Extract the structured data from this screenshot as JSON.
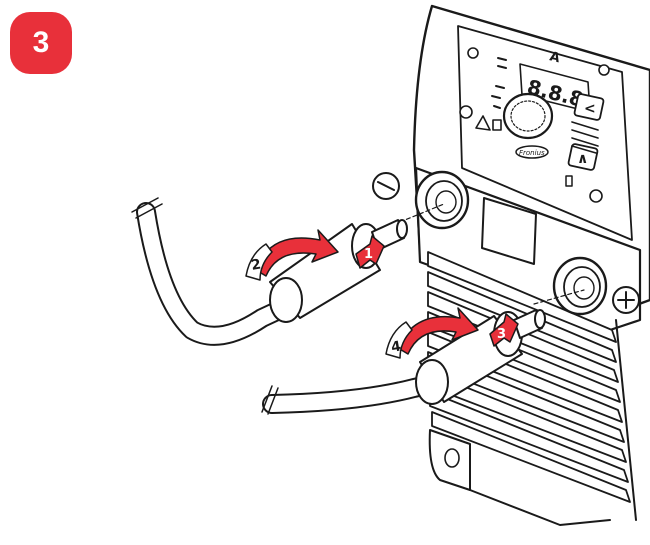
{
  "step_badge": {
    "number": "3",
    "color": "#e8303a"
  },
  "panel": {
    "display_digits": "8.8.8",
    "display_unit": "A",
    "button_left_symbol": "<",
    "button_up_symbol": "∧",
    "brand_badge": "Fronius"
  },
  "callouts": {
    "upper_twist": "2",
    "upper_push": "1",
    "lower_twist": "4",
    "lower_push": "3"
  },
  "colors": {
    "line": "#1a1a1a",
    "accent": "#e8303a",
    "rib_shade": "#f2f2f2"
  },
  "icons": [
    "twist-arrow-icon",
    "push-arrow-icon",
    "welding-machine",
    "cable-plug"
  ]
}
